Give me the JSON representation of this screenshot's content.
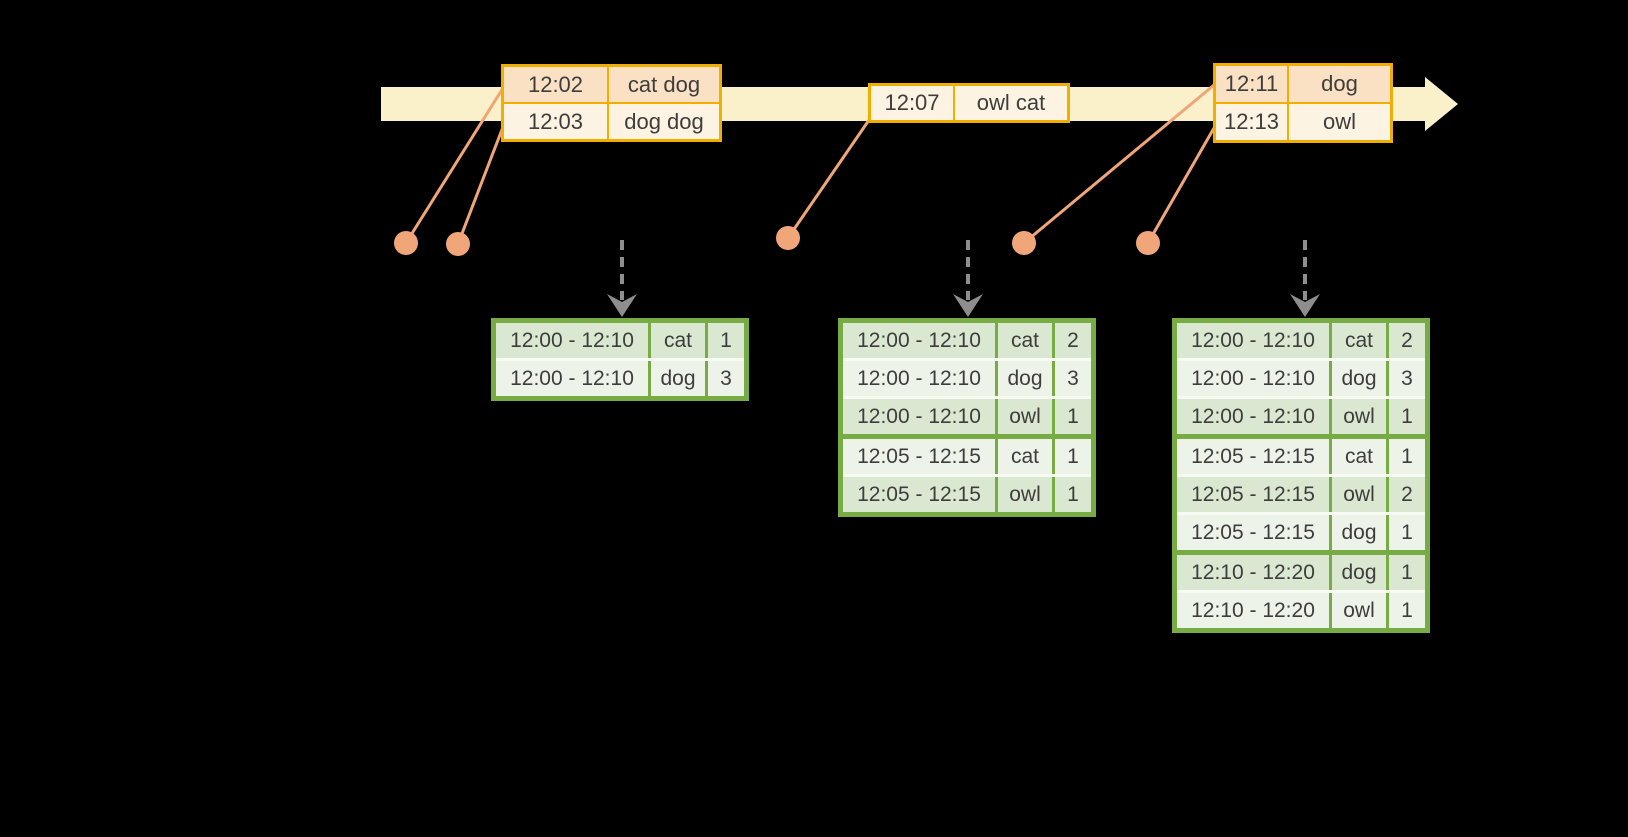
{
  "colors": {
    "background": "#000000",
    "timeline_fill": "#faf0c9",
    "event_border": "#f2ae00",
    "event_row_dark": "#fae1c3",
    "event_row_light": "#fdf3e2",
    "connector": "#f0a678",
    "trigger_arrow": "#8e8e8e",
    "table_border": "#77ac45",
    "table_row_dark": "#dbe8d1",
    "table_row_light": "#eef3ea",
    "text": "#3d3d3d"
  },
  "timeline": {
    "events": [
      {
        "rows": [
          {
            "time": "12:02",
            "words": "cat dog",
            "tint": "dark"
          },
          {
            "time": "12:03",
            "words": "dog dog",
            "tint": "light"
          }
        ]
      },
      {
        "rows": [
          {
            "time": "12:07",
            "words": "owl cat",
            "tint": "light"
          }
        ]
      },
      {
        "rows": [
          {
            "time": "12:11",
            "words": "dog",
            "tint": "dark"
          },
          {
            "time": "12:13",
            "words": "owl",
            "tint": "light"
          }
        ]
      }
    ]
  },
  "result_tables": [
    {
      "rows": [
        {
          "window": "12:00 - 12:10",
          "word": "cat",
          "count": "1"
        },
        {
          "window": "12:00 - 12:10",
          "word": "dog",
          "count": "3"
        }
      ]
    },
    {
      "rows": [
        {
          "window": "12:00 - 12:10",
          "word": "cat",
          "count": "2"
        },
        {
          "window": "12:00 - 12:10",
          "word": "dog",
          "count": "3"
        },
        {
          "window": "12:00 - 12:10",
          "word": "owl",
          "count": "1"
        },
        {
          "window": "12:05 - 12:15",
          "word": "cat",
          "count": "1"
        },
        {
          "window": "12:05 - 12:15",
          "word": "owl",
          "count": "1"
        }
      ]
    },
    {
      "rows": [
        {
          "window": "12:00 - 12:10",
          "word": "cat",
          "count": "2"
        },
        {
          "window": "12:00 - 12:10",
          "word": "dog",
          "count": "3"
        },
        {
          "window": "12:00 - 12:10",
          "word": "owl",
          "count": "1"
        },
        {
          "window": "12:05 - 12:15",
          "word": "cat",
          "count": "1"
        },
        {
          "window": "12:05 - 12:15",
          "word": "owl",
          "count": "2"
        },
        {
          "window": "12:05 - 12:15",
          "word": "dog",
          "count": "1"
        },
        {
          "window": "12:10 - 12:20",
          "word": "dog",
          "count": "1"
        },
        {
          "window": "12:10 - 12:20",
          "word": "owl",
          "count": "1"
        }
      ]
    }
  ]
}
